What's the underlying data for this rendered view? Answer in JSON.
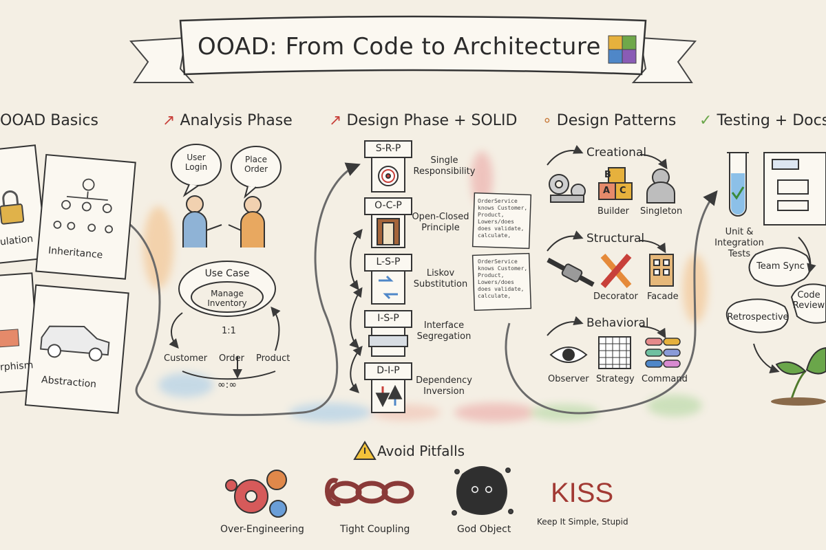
{
  "title": "OOAD: From Code to Architecture",
  "sections": {
    "basics": {
      "heading": "OOAD Basics",
      "cards": [
        "ulation",
        "Inheritance",
        "rphism",
        "Abstraction"
      ]
    },
    "analysis": {
      "heading": "Analysis Phase",
      "bubble_left": "User Login",
      "bubble_right": "Place Order",
      "use_case_title": "Use Case",
      "use_case_item": "Manage Inventory",
      "relation_one": "1:1",
      "relation_many": "∞:∞",
      "entities": [
        "Customer",
        "Order",
        "Product"
      ]
    },
    "design": {
      "heading": "Design Phase + SOLID",
      "principles": [
        {
          "code": "S-R-P",
          "label": "Single Responsibility"
        },
        {
          "code": "O-C-P",
          "label": "Open-Closed Principle"
        },
        {
          "code": "L-S-P",
          "label": "Liskov Substitution"
        },
        {
          "code": "I-S-P",
          "label": "Interface Segregation"
        },
        {
          "code": "D-I-P",
          "label": "Dependency Inversion"
        }
      ],
      "note_1": "OrderService\nknows Customer,\nProduct,\nLowers/does\ndoes validate,\ncalculate,",
      "note_2": "OrderService\nknows Customer,\nProduct,\nLowers/does\ndoes validate,\ncalculate,"
    },
    "patterns": {
      "heading": "Design Patterns",
      "groups": [
        {
          "name": "Creational",
          "items": [
            "Builder",
            "Singleton"
          ]
        },
        {
          "name": "Structural",
          "items": [
            "Decorator",
            "Facade"
          ]
        },
        {
          "name": "Behavioral",
          "items": [
            "Observer",
            "Strategy",
            "Command"
          ]
        }
      ],
      "builder_blocks": [
        "B",
        "A",
        "C"
      ]
    },
    "testing": {
      "heading": "Testing + Docs",
      "test_label": "Unit & Integration Tests",
      "bubbles": [
        "Team Sync",
        "Code Review",
        "Retrospective"
      ]
    },
    "pitfalls": {
      "heading": "Avoid Pitfalls",
      "items": [
        "Over-Engineering",
        "Tight Coupling",
        "God Object"
      ],
      "kiss_title": "KISS",
      "kiss_subtitle": "Keep It Simple, Stupid"
    }
  },
  "colors": {
    "background": "#f4efe4",
    "ink": "#2b2b2b",
    "accent_red": "#c8403a",
    "accent_blue": "#5b8fc9",
    "accent_green": "#6aa64a",
    "accent_orange": "#e09a48",
    "kiss_red": "#a23a34"
  },
  "icons": [
    "puzzle-icon",
    "arrow-icon",
    "warning-icon",
    "lock-icon",
    "hierarchy-icon",
    "car-icon",
    "target-icon",
    "door-icon",
    "gears-icon",
    "eye-icon",
    "chain-icon",
    "test-tube-icon",
    "seedling-icon"
  ]
}
